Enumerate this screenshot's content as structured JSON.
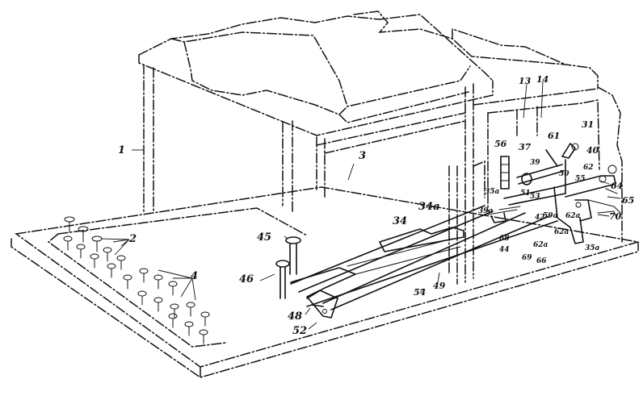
{
  "labels": {
    "l1": "1",
    "l2": "2",
    "l3": "3",
    "l4": "4",
    "l13": "13",
    "l14": "14",
    "l31": "31",
    "l34": "34",
    "l34a": "34a",
    "l35a": "35a",
    "l35a_b": "35a",
    "l37": "37",
    "l39": "39",
    "l39a": "39a",
    "l40": "40",
    "l42": "42",
    "l44": "44",
    "l45": "45",
    "l46": "46",
    "l48": "48",
    "l49": "49",
    "l50": "50",
    "l51": "51",
    "l52": "52",
    "l53": "53",
    "l54": "54",
    "l55": "55",
    "l56": "56",
    "l59a": "59a",
    "l61": "61",
    "l62": "62",
    "l62a": "62a",
    "l62b": "62a",
    "l62c": "62a",
    "l64": "64",
    "l65": "65",
    "l66": "66",
    "l68": "68",
    "l69": "69",
    "l70": "70"
  }
}
